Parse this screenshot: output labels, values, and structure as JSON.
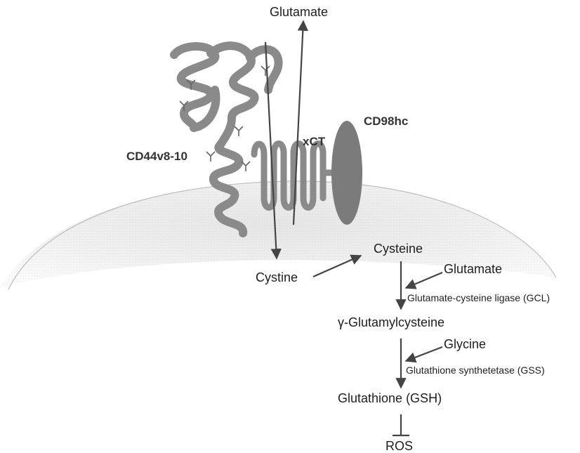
{
  "diagram": {
    "labels": {
      "glutamate_out": "Glutamate",
      "cd98hc": "CD98hc",
      "xct": "xCT",
      "cd44": "CD44v8-10",
      "cystine": "Cystine",
      "cysteine": "Cysteine",
      "glutamate_in": "Glutamate",
      "gcl": "Glutamate-cysteine ligase (GCL)",
      "gamma_gc": "γ-Glutamylcysteine",
      "glycine": "Glycine",
      "gss": "Glutathione synthetetase (GSS)",
      "gsh": "Glutathione (GSH)",
      "ros": "ROS"
    },
    "colors": {
      "protein": "#8a8a8a",
      "cd98hc": "#7b7b7b",
      "arrow": "#444444",
      "cell_fill": "#e9e9e9",
      "membrane": "#b5b5b5"
    }
  }
}
